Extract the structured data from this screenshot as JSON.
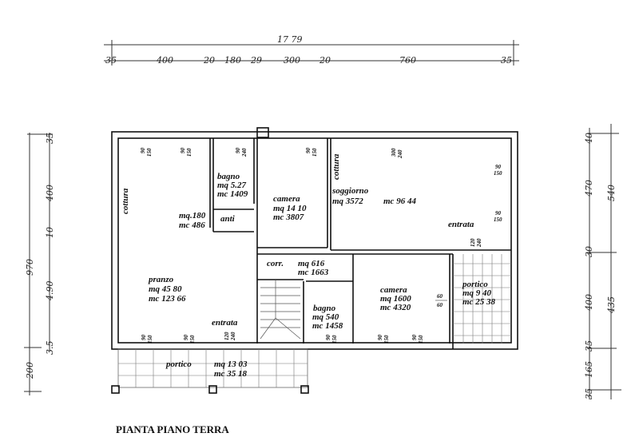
{
  "title": "PIANTA PIANO TERRA",
  "dimensions": {
    "top_total": "17 79",
    "top": [
      "35",
      "400",
      "20",
      "180",
      "29",
      "300",
      "20",
      "760",
      "35"
    ],
    "left_total": "970",
    "left_extra": "200",
    "left": [
      "35",
      "400",
      "10",
      "4.90",
      "3.5"
    ],
    "right": [
      "40",
      "470",
      "30",
      "400",
      "35",
      "165",
      "35"
    ],
    "right_totals": [
      "540",
      "435"
    ]
  },
  "rooms": {
    "cottura_left": "cottura",
    "cottura_right": "cottura",
    "bagno1": {
      "name": "bagno",
      "mq": "mq 5.27",
      "mc": "mc 1409"
    },
    "anti": {
      "name": "anti",
      "mq": "mq.180",
      "mc": "mc 486"
    },
    "camera1": {
      "name": "camera",
      "mq": "mq 14 10",
      "mc": "mc 3807"
    },
    "soggiorno": {
      "name": "soggiorno",
      "mq": "mq 3572",
      "mc": "mc 96 44"
    },
    "entrata_right": "entrata",
    "corr": {
      "name": "corr.",
      "mq": "mq 616",
      "mc": "mc 1663"
    },
    "pranzo": {
      "name": "pranzo",
      "mq": "mq 45 80",
      "mc": "mc 123 66"
    },
    "entrata_left": "entrata",
    "bagno2": {
      "name": "bagno",
      "mq": "mq 540",
      "mc": "mc 1458"
    },
    "camera2": {
      "name": "camera",
      "mq": "mq 1600",
      "mc": "mc 4320"
    },
    "portico_right": {
      "name": "portico",
      "mq": "mq 9 40",
      "mc": "mc 25 38"
    },
    "portico_bottom": {
      "name": "portico",
      "mq": "mq 13 03",
      "mc": "mc 35 18"
    }
  },
  "windows": {
    "w90_150": [
      "90",
      "150"
    ],
    "w90_240": [
      "90",
      "240"
    ],
    "w300_240": [
      "300",
      "240"
    ],
    "w120_240": [
      "120",
      "240"
    ],
    "w60_60": [
      "60",
      "60"
    ]
  }
}
